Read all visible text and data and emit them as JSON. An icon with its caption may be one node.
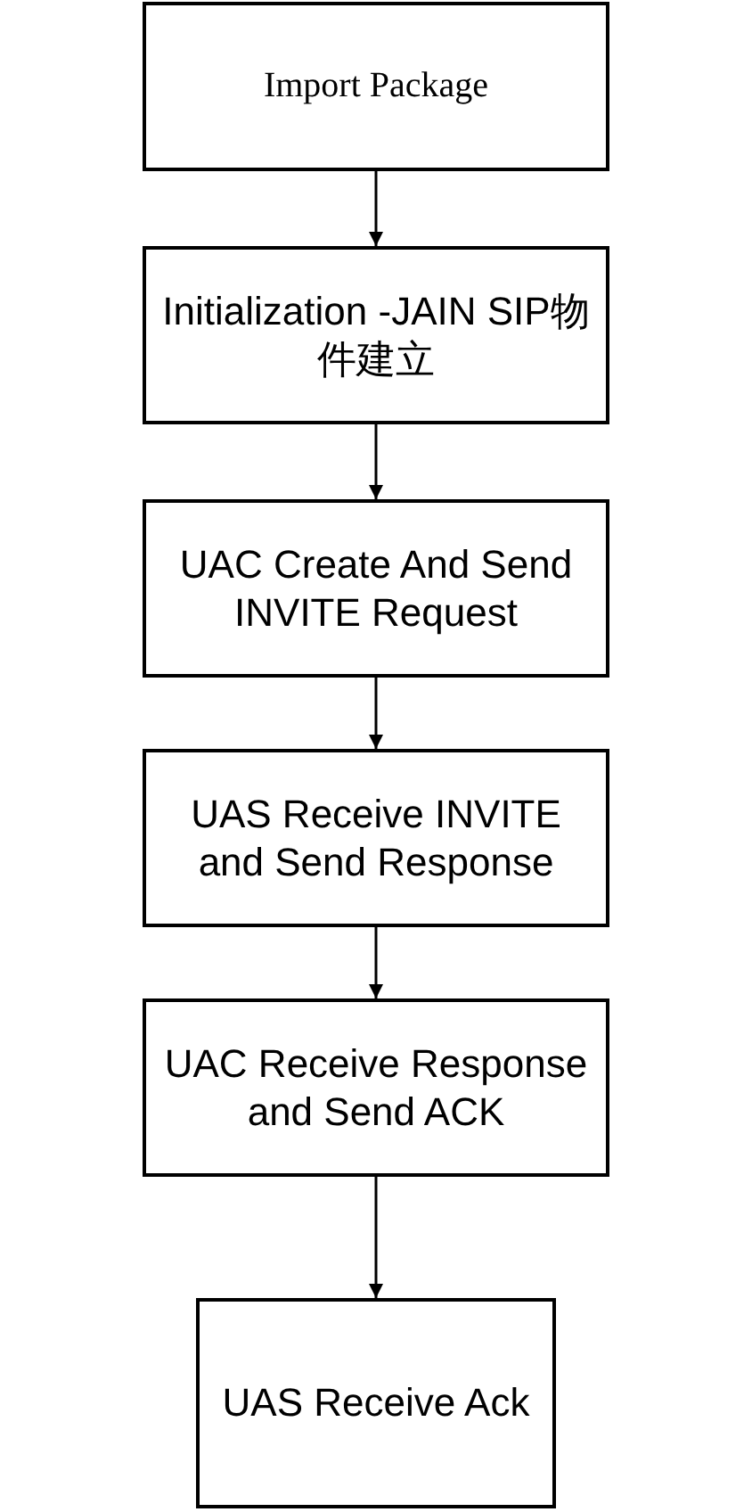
{
  "diagram": {
    "nodes": [
      {
        "text": [
          "Import Package"
        ]
      },
      {
        "text": [
          "Initialization -JAIN SIP物件建立"
        ]
      },
      {
        "text": [
          "UAC Create And Send INVITE Request"
        ]
      },
      {
        "text": [
          "UAS Receive INVITE and Send Response"
        ]
      },
      {
        "text": [
          "UAC Receive Response and Send ACK"
        ]
      },
      {
        "text": [
          "UAS Receive Ack"
        ]
      }
    ],
    "edges": [
      {
        "from": 0,
        "to": 1,
        "arrow": "to"
      },
      {
        "from": 1,
        "to": 2,
        "arrow": "to"
      },
      {
        "from": 2,
        "to": 3,
        "arrow": "to"
      },
      {
        "from": 3,
        "to": 4,
        "arrow": "to"
      },
      {
        "from": 4,
        "to": 5,
        "arrow": "to"
      }
    ]
  }
}
